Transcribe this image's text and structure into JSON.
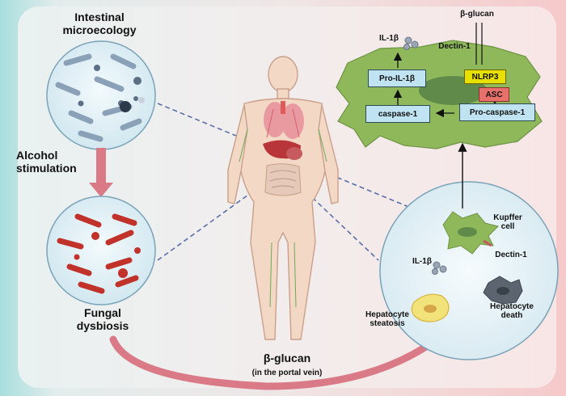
{
  "left": {
    "top_circle_label": "Intestinal microecology",
    "arrow_label": "Alcohol stimulation",
    "bottom_circle_label": "Fungal dysbiosis"
  },
  "bottom": {
    "main_label": "β-glucan",
    "sub_label": "(in the portal vein)"
  },
  "liver_circle": {
    "kupffer_label": "Kupffer cell",
    "dectin_label": "Dectin-1",
    "il1b_label": "IL-1β",
    "steatosis_label": "Hepatocyte steatosis",
    "death_label": "Hepatocyte death"
  },
  "cell": {
    "beta_glucan": "β-glucan",
    "dectin1": "Dectin-1",
    "il1b": "IL-1β",
    "pro_il1b": "Pro-IL-1β",
    "caspase1": "caspase-1",
    "pro_caspase1": "Pro-caspase-1",
    "nlrp3": "NLRP3",
    "asc": "ASC"
  },
  "colors": {
    "cell_fill": "#8fb85a",
    "nucleus_fill": "#5f8a4a",
    "nlrp3_fill": "#e8e000",
    "asc_fill": "#e8706a",
    "box_fill": "#bfe3f0",
    "arrow_pink": "#d97a86",
    "dashed_line": "#5b6fa8"
  }
}
